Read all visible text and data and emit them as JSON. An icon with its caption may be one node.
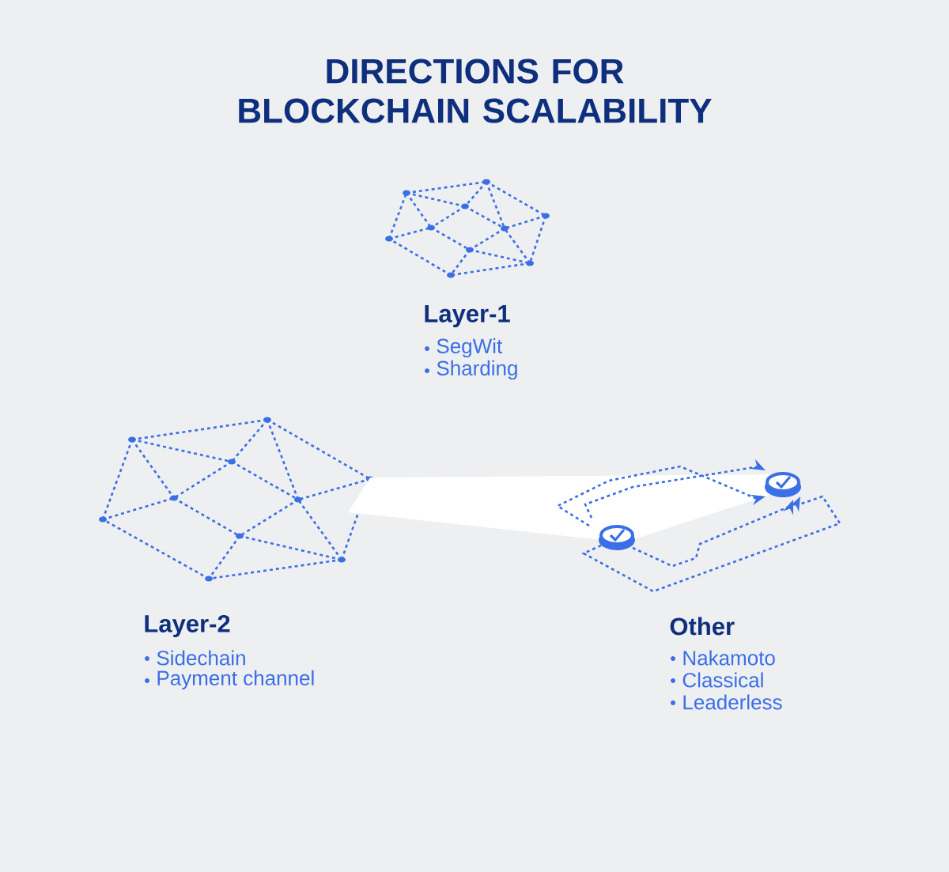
{
  "diagram": {
    "title": "DIRECTIONS FOR BLOCKCHAIN SCALABILITY",
    "labels": [
      "Layer-1",
      "SegWit",
      "Sharding",
      "Layer-2",
      "Sidechain",
      "Payment channel",
      "Other",
      "Nakamoto",
      "Classical",
      "Leaderless"
    ]
  }
}
